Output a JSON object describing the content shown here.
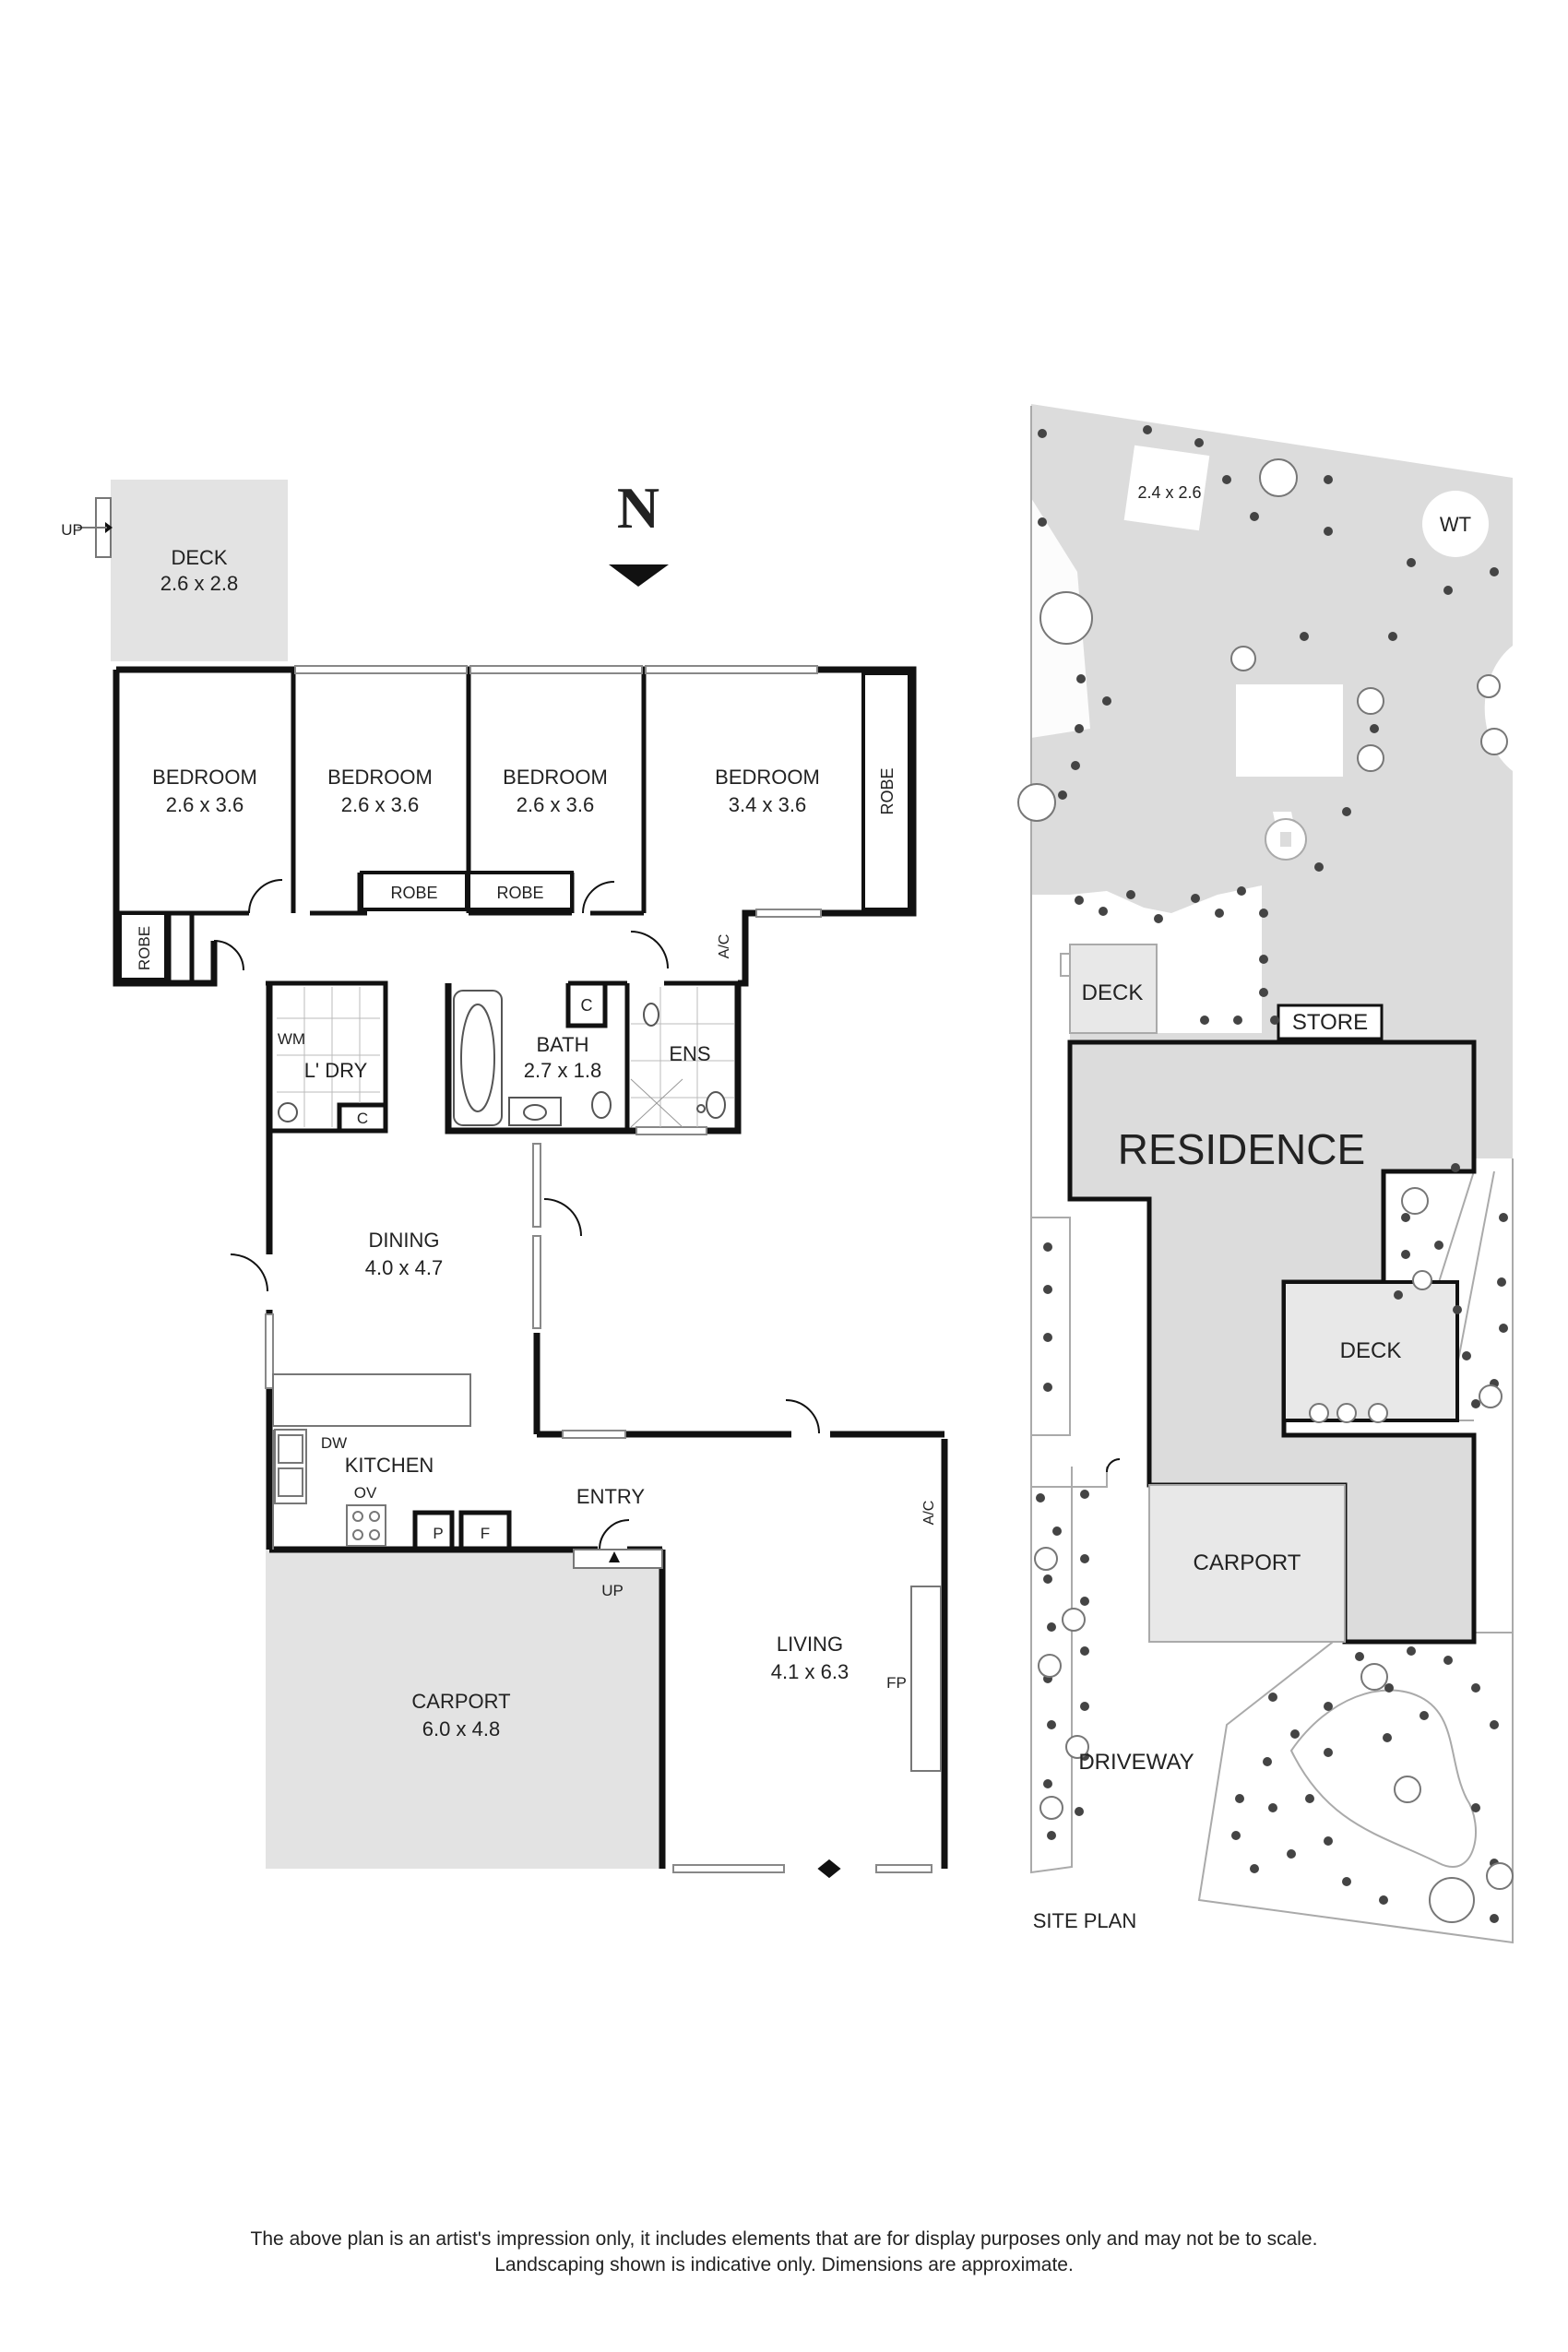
{
  "north": {
    "letter": "N"
  },
  "colors": {
    "wall": "#111111",
    "shade": "#e3e3e3",
    "garden": "#dcdcdc",
    "line": "#999999",
    "text": "#222222"
  },
  "floor_plan": {
    "deck": {
      "name": "DECK",
      "dims": "2.6 x 2.8",
      "up": "UP"
    },
    "bedroom1": {
      "name": "BEDROOM",
      "dims": "2.6 x 3.6"
    },
    "bedroom2": {
      "name": "BEDROOM",
      "dims": "2.6 x 3.6"
    },
    "bedroom3": {
      "name": "BEDROOM",
      "dims": "2.6 x 3.6"
    },
    "bedroom4": {
      "name": "BEDROOM",
      "dims": "3.4 x 3.6"
    },
    "robe_left": "ROBE",
    "robe_b2": "ROBE",
    "robe_b3": "ROBE",
    "robe_b4": "ROBE",
    "ac_top": "A/C",
    "bath": {
      "name": "BATH",
      "dims": "2.7 x 1.8",
      "cupboard": "C"
    },
    "ensuite": "ENS",
    "laundry": {
      "name": "L' DRY",
      "wm": "WM",
      "cupboard": "C"
    },
    "dining": {
      "name": "DINING",
      "dims": "4.0 x 4.7"
    },
    "kitchen": {
      "name": "KITCHEN",
      "dw": "DW",
      "ov": "OV",
      "pantry": "P",
      "fridge": "F"
    },
    "entry": {
      "name": "ENTRY",
      "up": "UP"
    },
    "living": {
      "name": "LIVING",
      "dims": "4.1 x 6.3",
      "fp": "FP",
      "ac": "A/C"
    },
    "carport": {
      "name": "CARPORT",
      "dims": "6.0 x 4.8"
    }
  },
  "site_plan": {
    "title": "SITE PLAN",
    "shed": "2.4 x 2.6",
    "water_tank": "WT",
    "deck_top": "DECK",
    "store": "STORE",
    "residence": "RESIDENCE",
    "deck_mid": "DECK",
    "carport": "CARPORT",
    "driveway": "DRIVEWAY"
  },
  "disclaimer": {
    "line1": "The above plan is an artist's impression only, it includes elements that are for display purposes only and may not be to scale.",
    "line2": "Landscaping shown is indicative only. Dimensions are approximate."
  }
}
